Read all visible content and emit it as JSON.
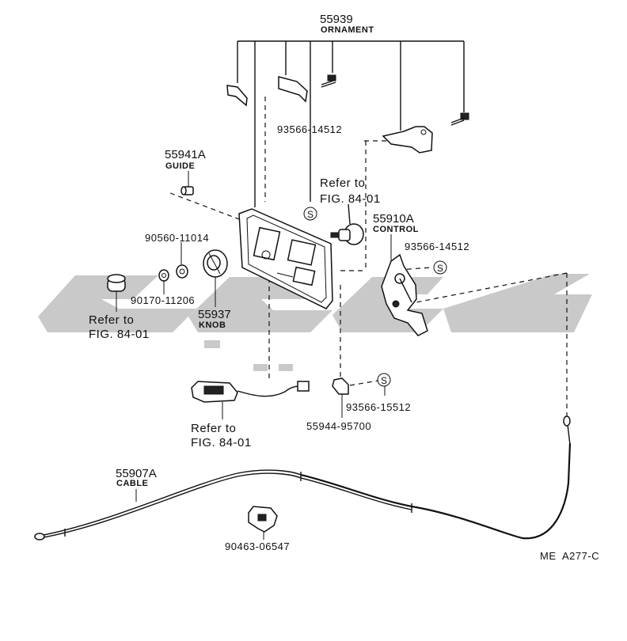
{
  "watermark": {
    "color": "#c9c9c9"
  },
  "callouts": {
    "ornament": {
      "number": "55939",
      "name": "ORNAMENT"
    },
    "guide": {
      "number": "55941A",
      "name": "GUIDE"
    },
    "control": {
      "number": "55910A",
      "name": "CONTROL"
    },
    "knob": {
      "number": "55937",
      "name": "KNOB"
    },
    "cable": {
      "number": "55907A",
      "name": "CABLE"
    },
    "screw_top": {
      "number": "93566-14512"
    },
    "screw_right": {
      "number": "93566-14512"
    },
    "screw_lower": {
      "number": "93566-15512"
    },
    "washer": {
      "number": "90560-11014"
    },
    "nut": {
      "number": "90170-11206"
    },
    "clip": {
      "number": "55944-95700"
    },
    "clamp": {
      "number": "90463-06547"
    }
  },
  "references": {
    "bulb": {
      "line1": "Refer to",
      "line2": "FIG. 84-01"
    },
    "cap": {
      "line1": "Refer to",
      "line2": "FIG. 84-01"
    },
    "switch": {
      "line1": "Refer to",
      "line2": "FIG. 84-01"
    }
  },
  "symbols": {
    "screw_mark": "S"
  },
  "figure_code": "ME  A277-C"
}
